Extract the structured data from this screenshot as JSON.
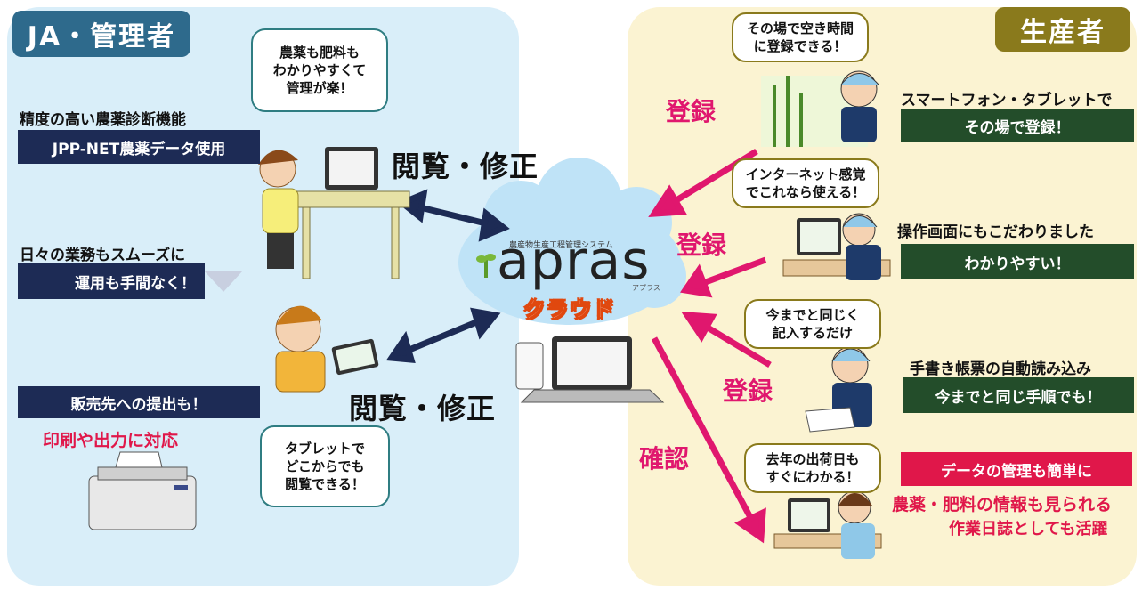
{
  "left": {
    "tag": "JA・管理者",
    "bubble1": [
      "農薬も肥料も",
      "わかりやすくて",
      "管理が楽！"
    ],
    "feature1_label": "精度の高い農薬診断機能",
    "feature1_box": "JPP-NET農薬データ使用",
    "feature2_label": "日々の業務もスムーズに",
    "feature2_box": "運用も手間なく！",
    "feature3_box": "販売先への提出も！",
    "feature3_red": "印刷や出力に対応",
    "bubble2": [
      "タブレットで",
      "どこからでも",
      "閲覧できる！"
    ],
    "action_top": "閲覧・修正",
    "action_bottom": "閲覧・修正"
  },
  "center": {
    "logo_subtitle": "農産物生産工程管理システム",
    "logo_name": "apras",
    "logo_kana": "アプラス",
    "cloud_label": "クラウド"
  },
  "right": {
    "tag": "生産者",
    "items": [
      {
        "bubble": [
          "その場で空き時間",
          "に登録できる！"
        ],
        "label": "スマートフォン・タブレットで",
        "box": "その場で登録！",
        "arrow": "登録"
      },
      {
        "bubble": [
          "インターネット感覚",
          "でこれなら使える！"
        ],
        "label": "操作画面にもこだわりました",
        "box": "わかりやすい！",
        "arrow": "登録"
      },
      {
        "bubble": [
          "今までと同じく",
          "記入するだけ"
        ],
        "label": "手書き帳票の自動読み込み",
        "box": "今までと同じ手順でも！",
        "arrow": "登録"
      },
      {
        "bubble": [
          "去年の出荷日も",
          "すぐにわかる！"
        ],
        "box": "データの管理も簡単に",
        "red1": "農薬・肥料の情報も見られる",
        "red2": "作業日誌としても活躍",
        "arrow": "確認"
      }
    ]
  },
  "colors": {
    "navy": "#1d2b55",
    "green": "#234d2a",
    "pink": "#e0176e",
    "red": "#e0174a",
    "teal": "#2e6a8c",
    "olive": "#8a7a1c"
  }
}
